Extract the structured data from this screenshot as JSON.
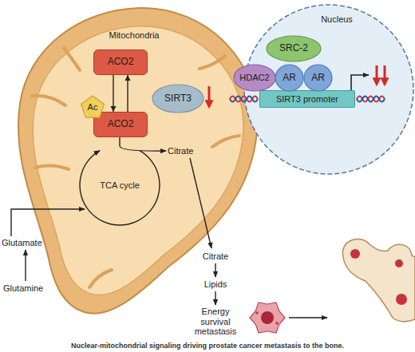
{
  "diagram": {
    "caption": "Nuclear-mitochondrial signaling driving prostate cancer metastasis to the bone.",
    "nodes": [
      {
        "text": [
          "Mitochondria"
        ]
      },
      {
        "text": [
          "ACO2"
        ],
        "in": 0
      },
      {
        "text": [
          "SIRT3"
        ],
        "in": 0
      },
      {
        "text": [
          "Ac"
        ],
        "in": 0
      },
      {
        "text": [
          "ACO2"
        ],
        "in": 0
      },
      {
        "text": [
          "Nucleus"
        ]
      },
      {
        "text": [
          "SRC-2"
        ],
        "in": 5
      },
      {
        "text": [
          "HDAC2"
        ],
        "in": 5
      },
      {
        "text": [
          "AR"
        ],
        "in": 5
      },
      {
        "text": [
          "AR"
        ],
        "in": 5
      },
      {
        "text": [
          "SIRT3 promoter"
        ],
        "in": 5
      }
    ],
    "edges": [
      {
        "from": 1,
        "to": 4,
        "arrow": "to"
      },
      {
        "from": 4,
        "to": 1,
        "arrow": "to"
      }
    ],
    "labels": [
      "Citrate",
      "TCA cycle",
      "Glutamate",
      "Glutamine",
      "Citrate",
      "Lipids",
      "Energy survival metastasis"
    ]
  }
}
